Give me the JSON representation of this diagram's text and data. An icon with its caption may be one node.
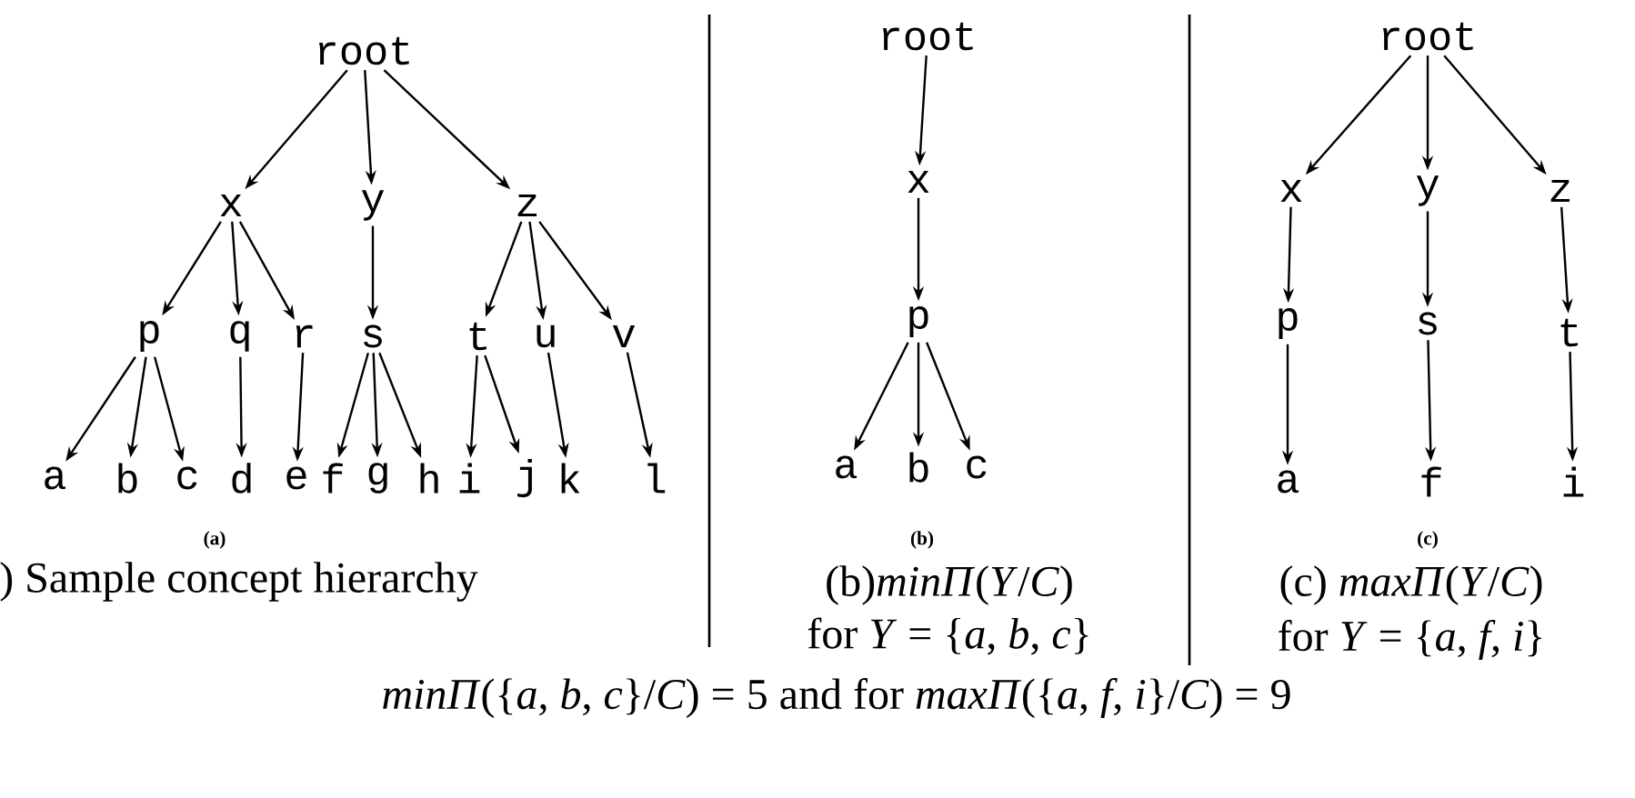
{
  "diagram": {
    "nodes": [
      {
        "text": [
          "root"
        ]
      },
      {
        "text": [
          "x"
        ]
      },
      {
        "text": [
          "y"
        ]
      },
      {
        "text": [
          "z"
        ]
      },
      {
        "text": [
          "p"
        ]
      },
      {
        "text": [
          "q"
        ]
      },
      {
        "text": [
          "r"
        ]
      },
      {
        "text": [
          "s"
        ]
      },
      {
        "text": [
          "t"
        ]
      },
      {
        "text": [
          "u"
        ]
      },
      {
        "text": [
          "v"
        ]
      },
      {
        "text": [
          "a"
        ]
      },
      {
        "text": [
          "b"
        ]
      },
      {
        "text": [
          "c"
        ]
      },
      {
        "text": [
          "d"
        ]
      },
      {
        "text": [
          "e"
        ]
      },
      {
        "text": [
          "f"
        ]
      },
      {
        "text": [
          "g"
        ]
      },
      {
        "text": [
          "h"
        ]
      },
      {
        "text": [
          "i"
        ]
      },
      {
        "text": [
          "j"
        ]
      },
      {
        "text": [
          "k"
        ]
      },
      {
        "text": [
          "l"
        ]
      },
      {
        "text": [
          "root"
        ]
      },
      {
        "text": [
          "x"
        ]
      },
      {
        "text": [
          "p"
        ]
      },
      {
        "text": [
          "a"
        ]
      },
      {
        "text": [
          "b"
        ]
      },
      {
        "text": [
          "c"
        ]
      },
      {
        "text": [
          "root"
        ]
      },
      {
        "text": [
          "x"
        ]
      },
      {
        "text": [
          "y"
        ]
      },
      {
        "text": [
          "z"
        ]
      },
      {
        "text": [
          "p"
        ]
      },
      {
        "text": [
          "s"
        ]
      },
      {
        "text": [
          "t"
        ]
      },
      {
        "text": [
          "a"
        ]
      },
      {
        "text": [
          "f"
        ]
      },
      {
        "text": [
          "i"
        ]
      }
    ],
    "edges": [
      {
        "from": 0,
        "to": 1,
        "arrow": "to"
      },
      {
        "from": 0,
        "to": 2,
        "arrow": "to"
      },
      {
        "from": 0,
        "to": 3,
        "arrow": "to"
      },
      {
        "from": 1,
        "to": 4,
        "arrow": "to"
      },
      {
        "from": 1,
        "to": 5,
        "arrow": "to"
      },
      {
        "from": 1,
        "to": 6,
        "arrow": "to"
      },
      {
        "from": 2,
        "to": 7,
        "arrow": "to"
      },
      {
        "from": 3,
        "to": 8,
        "arrow": "to"
      },
      {
        "from": 3,
        "to": 9,
        "arrow": "to"
      },
      {
        "from": 3,
        "to": 10,
        "arrow": "to"
      },
      {
        "from": 4,
        "to": 11,
        "arrow": "to"
      },
      {
        "from": 4,
        "to": 12,
        "arrow": "to"
      },
      {
        "from": 4,
        "to": 13,
        "arrow": "to"
      },
      {
        "from": 5,
        "to": 14,
        "arrow": "to"
      },
      {
        "from": 6,
        "to": 15,
        "arrow": "to"
      },
      {
        "from": 7,
        "to": 16,
        "arrow": "to"
      },
      {
        "from": 7,
        "to": 17,
        "arrow": "to"
      },
      {
        "from": 7,
        "to": 18,
        "arrow": "to"
      },
      {
        "from": 8,
        "to": 19,
        "arrow": "to"
      },
      {
        "from": 8,
        "to": 20,
        "arrow": "to"
      },
      {
        "from": 9,
        "to": 21,
        "arrow": "to"
      },
      {
        "from": 10,
        "to": 22,
        "arrow": "to"
      },
      {
        "from": 23,
        "to": 24,
        "arrow": "to"
      },
      {
        "from": 24,
        "to": 25,
        "arrow": "to"
      },
      {
        "from": 25,
        "to": 26,
        "arrow": "to"
      },
      {
        "from": 25,
        "to": 27,
        "arrow": "to"
      },
      {
        "from": 25,
        "to": 28,
        "arrow": "to"
      },
      {
        "from": 29,
        "to": 30,
        "arrow": "to"
      },
      {
        "from": 29,
        "to": 31,
        "arrow": "to"
      },
      {
        "from": 29,
        "to": 32,
        "arrow": "to"
      },
      {
        "from": 30,
        "to": 33,
        "arrow": "to"
      },
      {
        "from": 31,
        "to": 34,
        "arrow": "to"
      },
      {
        "from": 32,
        "to": 35,
        "arrow": "to"
      },
      {
        "from": 33,
        "to": 36,
        "arrow": "to"
      },
      {
        "from": 34,
        "to": 37,
        "arrow": "to"
      },
      {
        "from": 35,
        "to": 38,
        "arrow": "to"
      }
    ],
    "labels": [
      "(a)",
      ") Sample concept hierarchy",
      "(b)",
      "(b)*minΠ*(*Y*/*C*)",
      "for *Y* = {*a*, *b*, *c*}",
      "(c)",
      "(c) *maxΠ*(*Y*/*C*)",
      "for *Y* = {*a*, *f*, *i*}",
      "*minΠ*({*a*, *b*, *c*}/*C*) = 5 and for *maxΠ*({*a*, *f*, *i*}/*C*) = 9"
    ]
  }
}
